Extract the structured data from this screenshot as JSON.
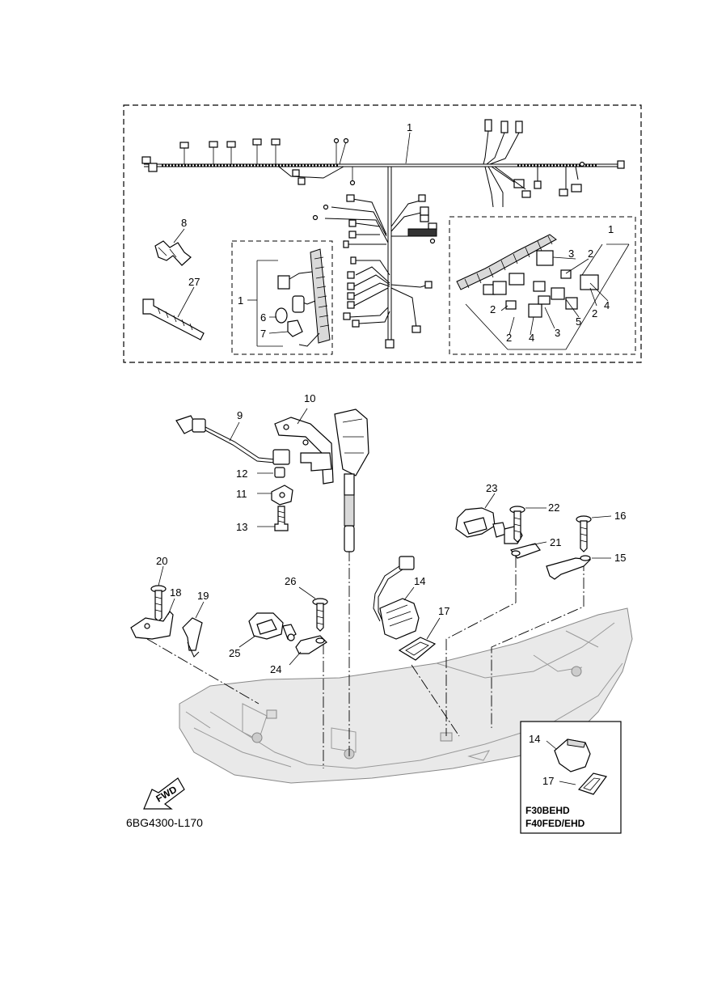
{
  "callouts": {
    "c1_top": "1",
    "c8": "8",
    "c27": "27",
    "c1_inset": "1",
    "c6": "6",
    "c7": "7",
    "c1_conn": "1",
    "c2a": "2",
    "c3a": "3",
    "c2b": "2",
    "c3b": "3",
    "c2c": "2",
    "c5": "5",
    "c2d": "2",
    "c4a": "4",
    "c2e": "2",
    "c4b": "4",
    "c3c": "3",
    "c10": "10",
    "c9": "9",
    "c12": "12",
    "c11": "11",
    "c13": "13",
    "c23": "23",
    "c22": "22",
    "c16": "16",
    "c21": "21",
    "c15": "15",
    "c20": "20",
    "c26": "26",
    "c14": "14",
    "c18": "18",
    "c19": "19",
    "c17": "17",
    "c25": "25",
    "c24": "24",
    "c14_box": "14",
    "c17_box": "17"
  },
  "fwd_label": "FWD",
  "diagram_code": "6BG4300-L170",
  "model_box": {
    "line1": "F30BEHD",
    "line2": "F40FED/EHD"
  }
}
